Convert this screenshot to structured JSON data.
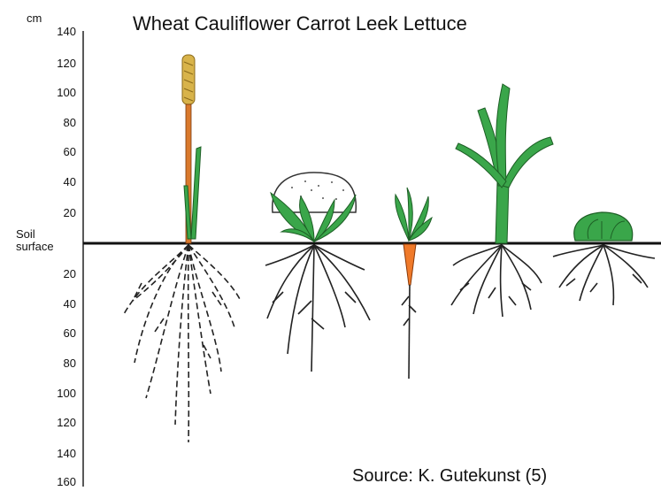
{
  "title": "Wheat Cauliflower Carrot Leek Lettuce",
  "axis": {
    "unit": "cm",
    "soil_line": [
      "Soil",
      "surface"
    ],
    "ticks_above": [
      "140",
      "120",
      "100",
      "80",
      "60",
      "40",
      "20"
    ],
    "ticks_below": [
      "20",
      "40",
      "60",
      "80",
      "100",
      "120",
      "140",
      "160"
    ]
  },
  "source": "Source: K. Gutekunst (5)",
  "colors": {
    "leaf": "#3aa64a",
    "leaf_edge": "#1d5f25",
    "root": "#222222",
    "carrot": "#f07a2a",
    "wheat_ear": "#d8b34a",
    "stem": "#d9792c"
  }
}
